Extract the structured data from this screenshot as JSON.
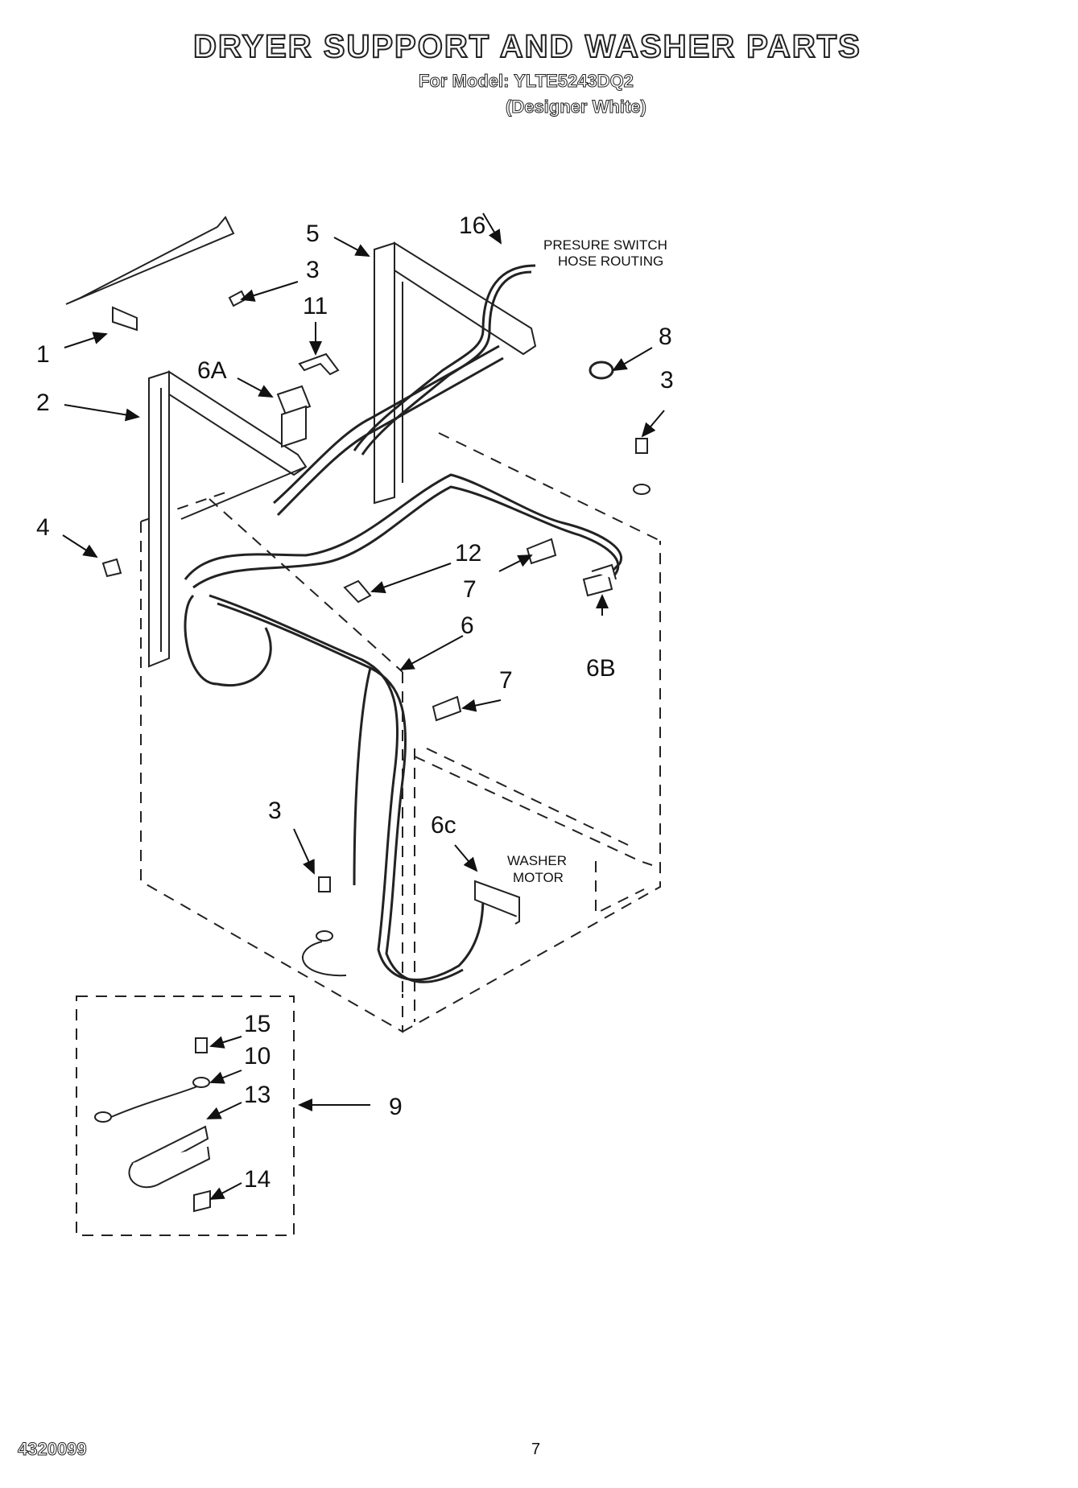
{
  "header": {
    "title": "DRYER SUPPORT AND WASHER PARTS",
    "model": "For Model: YLTE5243DQ2",
    "variant": "(Designer White)"
  },
  "footer": {
    "doc_number": "4320099",
    "page": "7"
  },
  "callouts": {
    "c1": "1",
    "c2": "2",
    "c3a": "3",
    "c3b": "3",
    "c3c": "3",
    "c4": "4",
    "c5": "5",
    "c6": "6",
    "c6a": "6A",
    "c6b": "6B",
    "c6c": "6c",
    "c7a": "7",
    "c7b": "7",
    "c8": "8",
    "c9": "9",
    "c10": "10",
    "c11": "11",
    "c12": "12",
    "c13": "13",
    "c14": "14",
    "c15": "15",
    "c16": "16"
  },
  "notes": {
    "hose_line1": "PRESURE SWITCH",
    "hose_line2": "HOSE ROUTING",
    "motor_line1": "WASHER",
    "motor_line2": "MOTOR"
  }
}
